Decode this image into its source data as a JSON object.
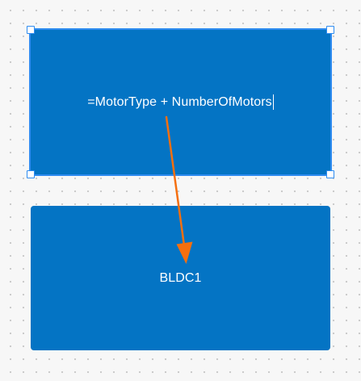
{
  "canvas": {
    "background": "#f7f7f7",
    "dot_color": "#c9c9c9"
  },
  "formula_node": {
    "text": "=MotorType + NumberOfMotors",
    "fill": "#0474c4",
    "selection_color": "#2f8cf0",
    "state": "editing"
  },
  "result_node": {
    "text": "BLDC1",
    "fill": "#0474c4"
  },
  "connector": {
    "color": "#f56f0f",
    "icon": "arrow-down-icon"
  }
}
